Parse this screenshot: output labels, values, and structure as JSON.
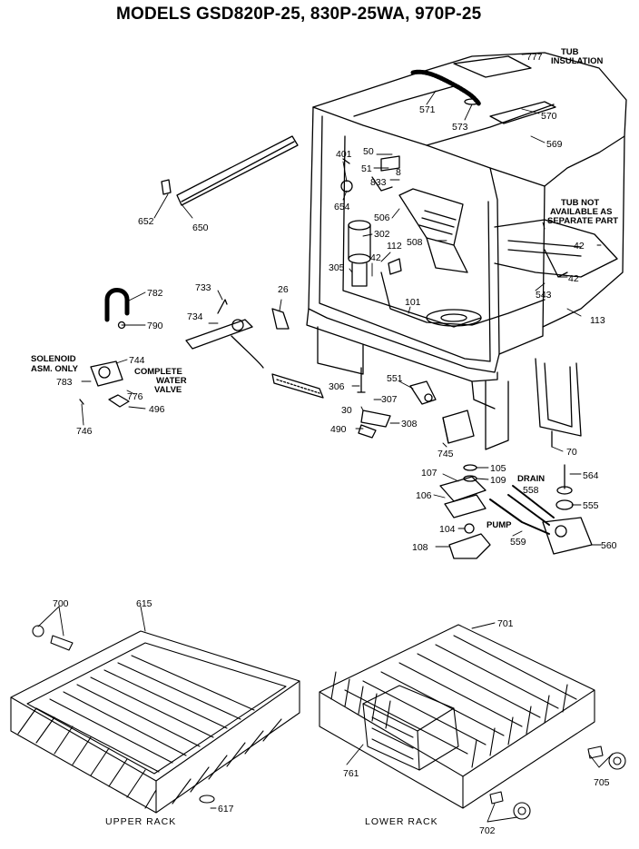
{
  "title": "MODELS GSD820P-25, 830P-25WA, 970P-25",
  "notes": {
    "tub_insulation": [
      "TUB",
      "INSULATION"
    ],
    "tub_not_available": [
      "TUB NOT",
      "AVAILABLE AS",
      "SEPARATE PART"
    ],
    "solenoid": [
      "SOLENOID",
      "ASM. ONLY"
    ],
    "complete_valve": [
      "COMPLETE",
      "WATER",
      "VALVE"
    ],
    "drain": "DRAIN",
    "pump": "PUMP",
    "upper_rack": "UPPER RACK",
    "lower_rack": "LOWER RACK"
  },
  "parts": {
    "p777": "777",
    "p571": "571",
    "p573": "573",
    "p570": "570",
    "p569": "569",
    "p401": "401",
    "p50": "50",
    "p51": "51",
    "p833": "833",
    "p8": "8",
    "p652": "652",
    "p650": "650",
    "p654": "654",
    "p506": "506",
    "p302": "302",
    "p42a": "42",
    "p112": "112",
    "p508": "508",
    "p305": "305",
    "p42b": "42",
    "p42c": "42",
    "p543": "543",
    "p113": "113",
    "p101": "101",
    "p782": "782",
    "p790": "790",
    "p733": "733",
    "p26": "26",
    "p734": "734",
    "p744": "744",
    "p783": "783",
    "p776": "776",
    "p496": "496",
    "p746": "746",
    "p306": "306",
    "p551": "551",
    "p307": "307",
    "p30": "30",
    "p308": "308",
    "p490": "490",
    "p745": "745",
    "p70": "70",
    "p105": "105",
    "p109": "109",
    "p107": "107",
    "p564": "564",
    "p106": "106",
    "p558": "558",
    "p555": "555",
    "p104": "104",
    "p559": "559",
    "p108": "108",
    "p560": "560",
    "p700": "700",
    "p615": "615",
    "p701": "701",
    "p761": "761",
    "p705": "705",
    "p617": "617",
    "p702": "702"
  }
}
